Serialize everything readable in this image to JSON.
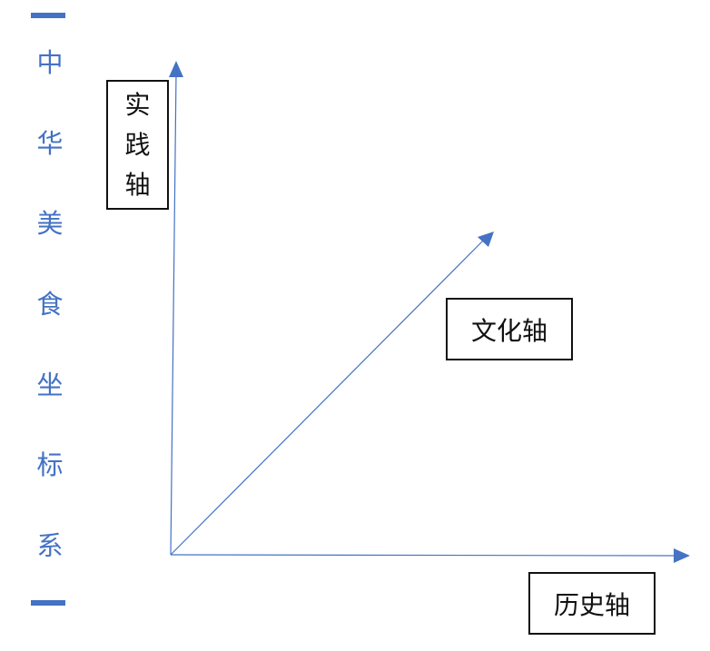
{
  "title": {
    "chars": [
      "中",
      "华",
      "美",
      "食",
      "坐",
      "标",
      "系"
    ]
  },
  "axes": {
    "practice": {
      "chars": [
        "实",
        "践",
        "轴"
      ]
    },
    "culture": {
      "label": "文化轴"
    },
    "history": {
      "label": "历史轴"
    }
  },
  "colors": {
    "accent": "#4472c4",
    "line": "#4472c4",
    "text": "#111111"
  }
}
